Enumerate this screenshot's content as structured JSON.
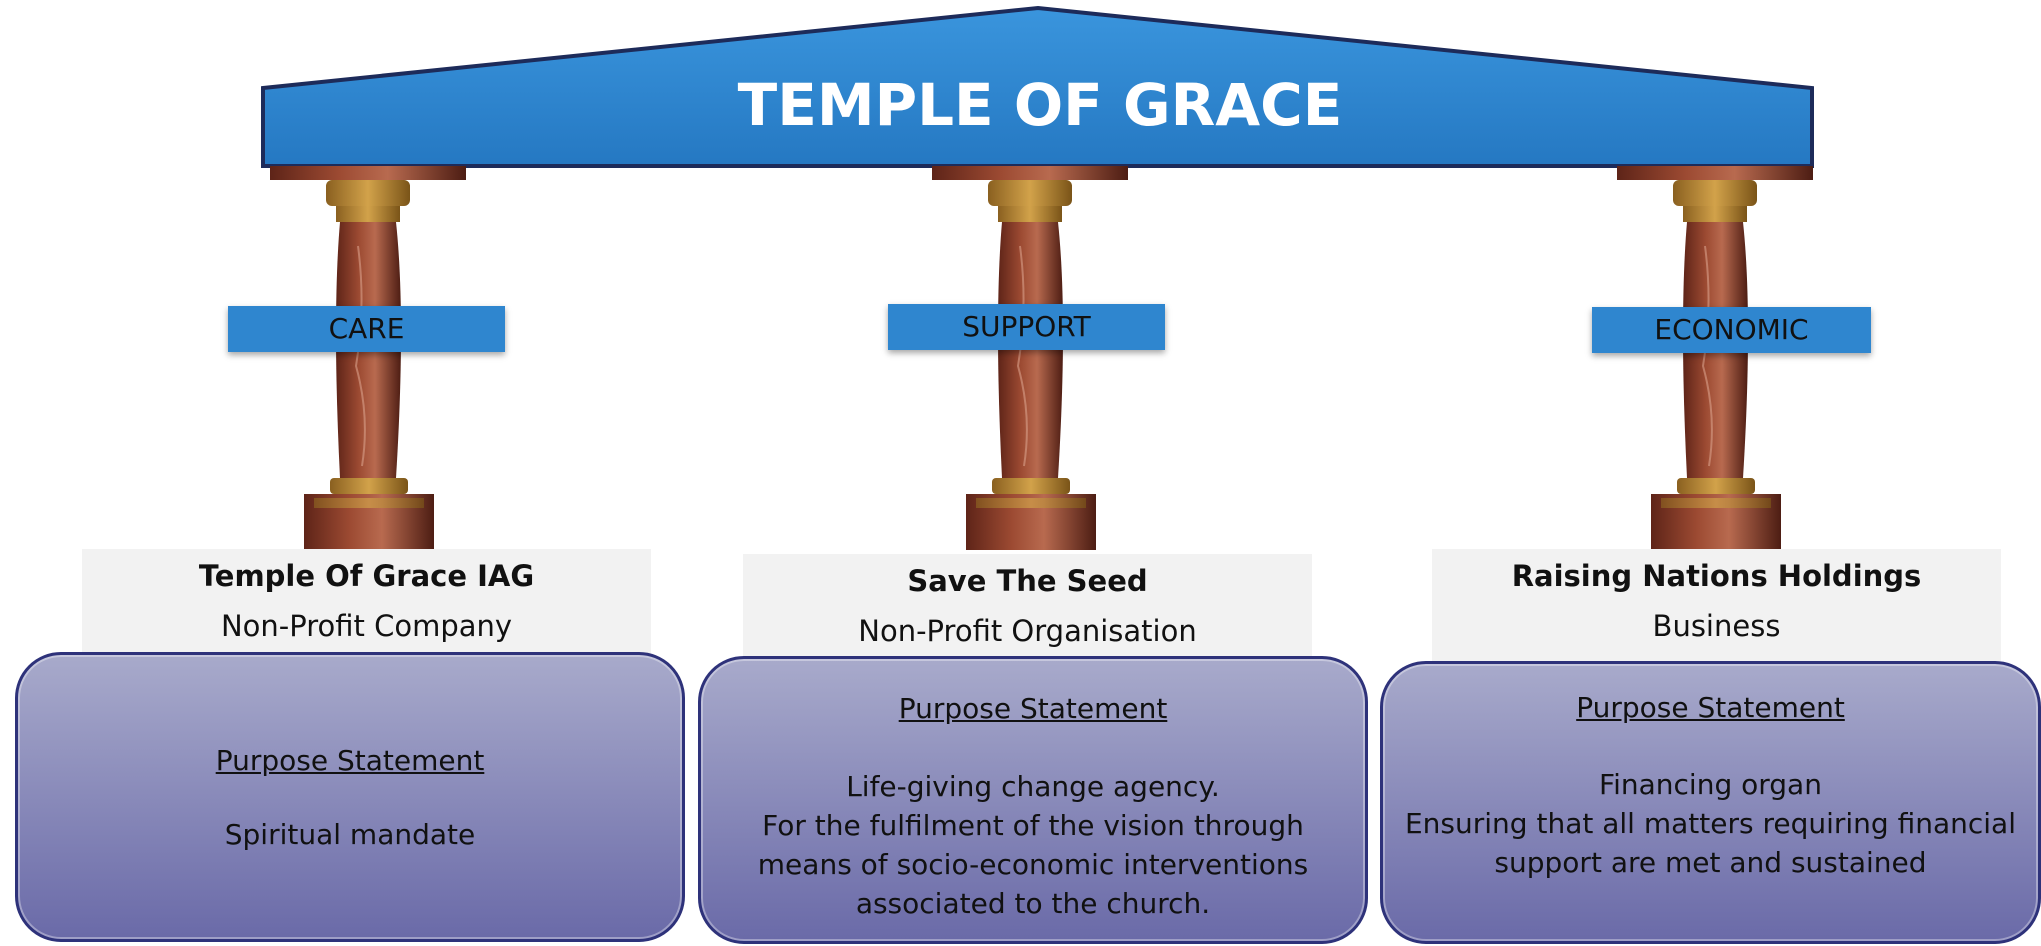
{
  "title": "TEMPLE OF GRACE",
  "colors": {
    "roof_blue": "#2f8ad4",
    "label_blue": "#2f86cf",
    "entity_box": "#f2f2f2",
    "card_top": "#a8aacb",
    "card_bottom": "#6a6aa8",
    "card_border": "#2e327a",
    "pillar_marble": "#9c4a32",
    "pillar_gold": "#d2a24a"
  },
  "pillars": [
    {
      "label": "CARE",
      "entity_name": "Temple Of Grace IAG",
      "entity_type": "Non-Profit Company",
      "purpose_title": "Purpose Statement",
      "purpose_text": "Spiritual mandate"
    },
    {
      "label": "SUPPORT",
      "entity_name": "Save The Seed",
      "entity_type": "Non-Profit Organisation",
      "purpose_title": "Purpose Statement",
      "purpose_text": "Life-giving change agency.\nFor the fulfilment of the vision through\nmeans of socio-economic interventions\nassociated to the church."
    },
    {
      "label": "ECONOMIC",
      "entity_name": "Raising Nations Holdings",
      "entity_type": "Business",
      "purpose_title": "Purpose Statement",
      "purpose_text": "Financing organ\nEnsuring that all matters requiring financial\nsupport are met and sustained"
    }
  ]
}
